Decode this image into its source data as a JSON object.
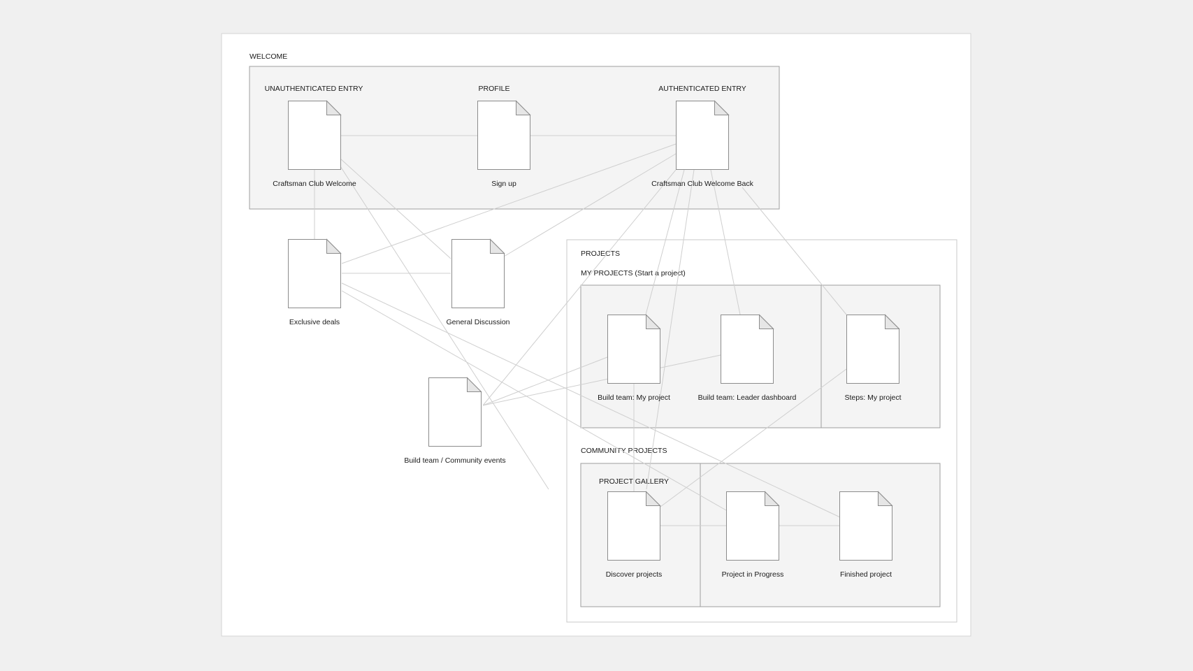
{
  "sections": {
    "welcome": "WELCOME",
    "unauth_entry": "UNAUTHENTICATED ENTRY",
    "profile": "PROFILE",
    "auth_entry": "AUTHENTICATED ENTRY",
    "projects": "PROJECTS",
    "my_projects": "MY PROJECTS (Start a project)",
    "community_projects": "COMMUNITY PROJECTS",
    "project_gallery": "PROJECT GALLERY"
  },
  "pages": {
    "craftsman_welcome": "Craftsman Club Welcome",
    "sign_up": "Sign up",
    "welcome_back": "Craftsman Club Welcome Back",
    "exclusive_deals": "Exclusive deals",
    "general_discussion": "General Discussion",
    "community_events": "Build team / Community events",
    "my_project": "Build team: My project",
    "leader_dashboard": "Build team: Leader dashboard",
    "steps_my_project": "Steps: My project",
    "discover_projects": "Discover projects",
    "project_in_progress": "Project in Progress",
    "finished_project": "Finished project"
  },
  "colors": {
    "background": "#f0f0f0",
    "canvas": "#ffffff",
    "group_fill": "#f4f4f4",
    "connector": "#cfcfcf",
    "outline": "#8c8c8c"
  }
}
